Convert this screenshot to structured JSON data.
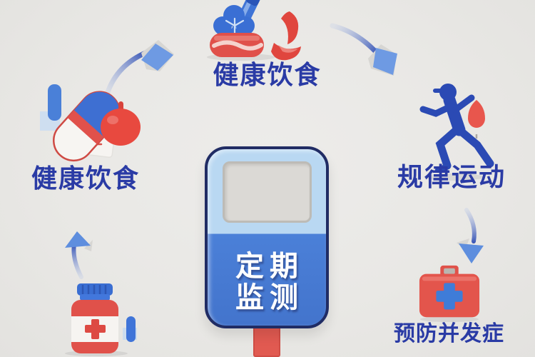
{
  "title": "health-management-cycle-infographic",
  "colors": {
    "background": "#e9e8e5",
    "label_blue": "#2a3ba5",
    "arrow_shaft_blue": "#1e3fae",
    "arrowhead_blue": "#6e9ae3",
    "icon_blue": "#3c6fd3",
    "icon_red": "#e0504a",
    "device_top": "#b9d8f2",
    "device_bottom": "#4b80d8",
    "device_outline": "#202c64",
    "device_screen": "#dbd9d5",
    "device_text_color": "#ffffff",
    "test_strip_red": "#e15a51"
  },
  "nodes": {
    "top": {
      "label": "健康饮食",
      "icon": "vegetable-meat-knife-icon"
    },
    "left": {
      "label": "健康饮食",
      "icon": "pills-apple-icon"
    },
    "right": {
      "label": "规律运动",
      "icon": "running-person-icon"
    },
    "bottom_right": {
      "label": "预防并发症",
      "icon": "first-aid-kit-icon"
    },
    "bottom_left": {
      "icon": "medicine-bottle-icon"
    }
  },
  "center_device": {
    "type": "glucose-meter",
    "label_line1": "定期",
    "label_line2": "监测"
  },
  "arrows": [
    {
      "name": "left-to-top-arrow",
      "direction": "up-right"
    },
    {
      "name": "top-to-right-arrow",
      "direction": "down-right"
    },
    {
      "name": "right-to-bottom-right-arrow",
      "direction": "down"
    },
    {
      "name": "bottom-left-to-left-arrow",
      "direction": "up"
    }
  ]
}
